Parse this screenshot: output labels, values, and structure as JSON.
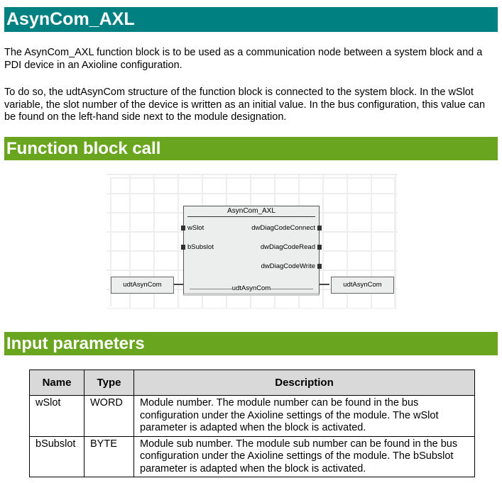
{
  "title": "AsynCom_AXL",
  "intro": [
    "The AsynCom_AXL function block is to be used as a communication node between a system block and a PDI device in an Axioline configuration.",
    "To do so, the udtAsynCom structure of the function block is connected to the system block. In the wSlot variable, the slot number of the device is written as an initial value. In the bus configuration, this value can be found on the left-hand side next to the module designation."
  ],
  "section_call": "Function block call",
  "diagram": {
    "block_name": "AsynCom_AXL",
    "inputs": [
      "wSlot",
      "bSubslot"
    ],
    "outputs": [
      "dwDiagCodeConnect",
      "dwDiagCodeRead",
      "dwDiagCodeWrite"
    ],
    "inout": "udtAsynCom",
    "left_var": "udtAsynCom",
    "right_var": "udtAsynCom"
  },
  "section_inputs": "Input parameters",
  "table": {
    "headers": [
      "Name",
      "Type",
      "Description"
    ],
    "rows": [
      {
        "name": "wSlot",
        "type": "WORD",
        "desc": "Module number. The module number can be found in the bus configuration under the Axioline settings of the module. The wSlot parameter is adapted when the block is activated."
      },
      {
        "name": "bSubslot",
        "type": "BYTE",
        "desc": "Module sub number. The module sub number can be found in the bus configuration under the Axioline settings of the module. The bSubslot parameter is adapted when the block is activated."
      }
    ]
  }
}
